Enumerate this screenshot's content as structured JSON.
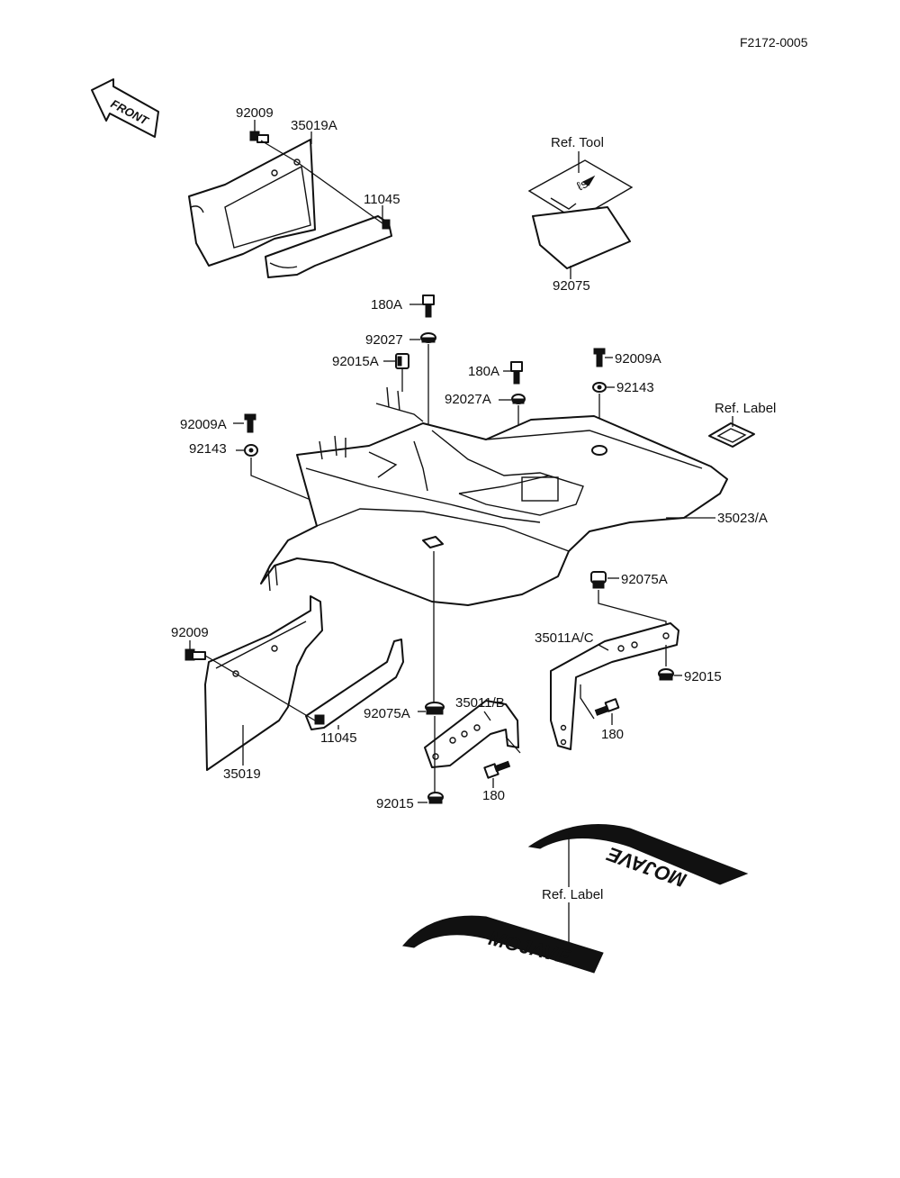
{
  "diagram_code": "F2172-0005",
  "front_arrow": "FRONT",
  "labels": {
    "l_92009_top": "92009",
    "l_35019A": "35019A",
    "l_11045_top": "11045",
    "l_ref_tool": "Ref. Tool",
    "l_92075": "92075",
    "l_180A_a": "180A",
    "l_92027": "92027",
    "l_92015A": "92015A",
    "l_180A_b": "180A",
    "l_92027A": "92027A",
    "l_92009A_right": "92009A",
    "l_92143_right": "92143",
    "l_ref_label_top": "Ref. Label",
    "l_92009A_left": "92009A",
    "l_92143_left": "92143",
    "l_35023A": "35023/A",
    "l_92075A_right": "92075A",
    "l_92009_low": "92009",
    "l_35011AC": "35011A/C",
    "l_92015_right": "92015",
    "l_180_right": "180",
    "l_35011B": "35011/B",
    "l_92075A_mid": "92075A",
    "l_11045_low": "11045",
    "l_35019": "35019",
    "l_92015_low": "92015",
    "l_180_low": "180",
    "l_ref_label_bottom": "Ref. Label"
  },
  "decals": {
    "upper_text": "MOJAVE",
    "lower_text": "MOJAVE"
  }
}
